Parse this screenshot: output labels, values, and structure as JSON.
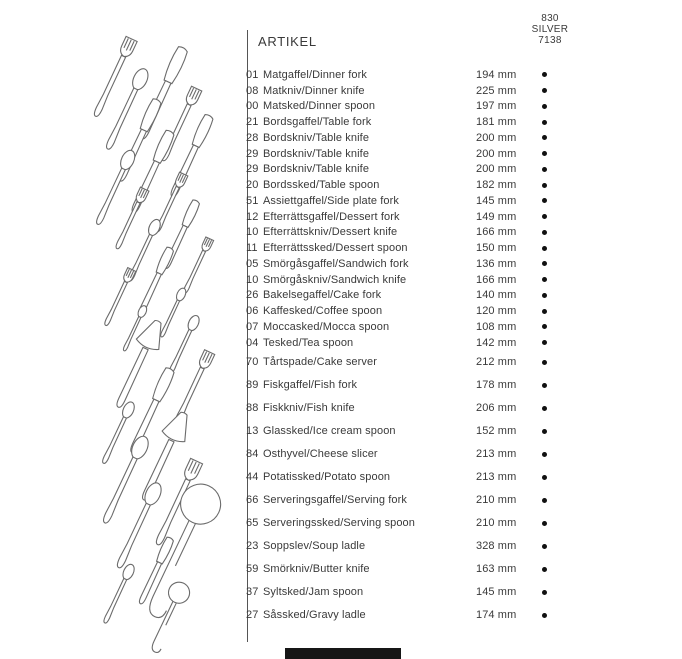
{
  "header": {
    "artikel_label": "ARTIKEL",
    "series_lines": [
      "830",
      "SILVER",
      "7138"
    ]
  },
  "rows": [
    {
      "code": "01",
      "name": "Matgaffel/Dinner fork",
      "size": "194 mm",
      "available": true,
      "icon": "fork"
    },
    {
      "code": "08",
      "name": "Matkniv/Dinner knife",
      "size": "225 mm",
      "available": true,
      "icon": "knife"
    },
    {
      "code": "00",
      "name": "Matsked/Dinner spoon",
      "size": "197 mm",
      "available": true,
      "icon": "spoon"
    },
    {
      "code": "21",
      "name": "Bordsgaffel/Table fork",
      "size": "181 mm",
      "available": true,
      "icon": "fork"
    },
    {
      "code": "28",
      "name": "Bordskniv/Table knife",
      "size": "200 mm",
      "available": true,
      "icon": "knife"
    },
    {
      "code": "29",
      "name": "Bordskniv/Table knife",
      "size": "200 mm",
      "available": true,
      "icon": "knife"
    },
    {
      "code": "29",
      "name": "Bordskniv/Table knife",
      "size": "200 mm",
      "available": true,
      "icon": "knife"
    },
    {
      "code": "20",
      "name": "Bordssked/Table spoon",
      "size": "182 mm",
      "available": true,
      "icon": "spoon"
    },
    {
      "code": "51",
      "name": "Assiettgaffel/Side plate fork",
      "size": "145 mm",
      "available": true,
      "icon": "fork"
    },
    {
      "code": "12",
      "name": "Efterrättsgaffel/Dessert fork",
      "size": "149 mm",
      "available": true,
      "icon": "fork"
    },
    {
      "code": "10",
      "name": "Efterrättskniv/Dessert knife",
      "size": "166 mm",
      "available": true,
      "icon": "knife"
    },
    {
      "code": "11",
      "name": "Efterrättssked/Dessert spoon",
      "size": "150 mm",
      "available": true,
      "icon": "spoon"
    },
    {
      "code": "05",
      "name": "Smörgåsgaffel/Sandwich fork",
      "size": "136 mm",
      "available": true,
      "icon": "fork"
    },
    {
      "code": "10",
      "name": "Smörgåskniv/Sandwich knife",
      "size": "166 mm",
      "available": true,
      "icon": "knife"
    },
    {
      "code": "26",
      "name": "Bakelsegaffel/Cake fork",
      "size": "140 mm",
      "available": true,
      "icon": "fork"
    },
    {
      "code": "06",
      "name": "Kaffesked/Coffee spoon",
      "size": "120 mm",
      "available": true,
      "icon": "spoon"
    },
    {
      "code": "07",
      "name": "Moccasked/Mocca spoon",
      "size": "108 mm",
      "available": true,
      "icon": "spoon"
    },
    {
      "code": "04",
      "name": "Tesked/Tea spoon",
      "size": "142 mm",
      "available": true,
      "icon": "spoon"
    },
    {
      "code": "70",
      "name": "Tårtspade/Cake server",
      "size": "212 mm",
      "available": true,
      "icon": "server"
    },
    {
      "code": "89",
      "name": "Fiskgaffel/Fish fork",
      "size": "178 mm",
      "available": true,
      "icon": "fork"
    },
    {
      "code": "88",
      "name": "Fiskkniv/Fish knife",
      "size": "206 mm",
      "available": true,
      "icon": "knife"
    },
    {
      "code": "13",
      "name": "Glassked/Ice cream spoon",
      "size": "152 mm",
      "available": true,
      "icon": "spoon"
    },
    {
      "code": "84",
      "name": "Osthyvel/Cheese slicer",
      "size": "213 mm",
      "available": true,
      "icon": "slicer"
    },
    {
      "code": "44",
      "name": "Potatissked/Potato spoon",
      "size": "213 mm",
      "available": true,
      "icon": "spoon"
    },
    {
      "code": "66",
      "name": "Serveringsgaffel/Serving fork",
      "size": "210 mm",
      "available": true,
      "icon": "fork"
    },
    {
      "code": "65",
      "name": "Serveringssked/Serving spoon",
      "size": "210 mm",
      "available": true,
      "icon": "spoon"
    },
    {
      "code": "23",
      "name": "Soppslev/Soup ladle",
      "size": "328 mm",
      "available": true,
      "icon": "ladle"
    },
    {
      "code": "59",
      "name": "Smörkniv/Butter knife",
      "size": "163 mm",
      "available": true,
      "icon": "butter-knife"
    },
    {
      "code": "37",
      "name": "Syltsked/Jam spoon",
      "size": "145 mm",
      "available": true,
      "icon": "spoon"
    },
    {
      "code": "27",
      "name": "Såssked/Gravy ladle",
      "size": "174 mm",
      "available": true,
      "icon": "ladle"
    }
  ],
  "colors": {
    "text": "#3a3a3a",
    "dot": "#111111",
    "line": "#555555",
    "illustration": "#6b6b6b"
  }
}
